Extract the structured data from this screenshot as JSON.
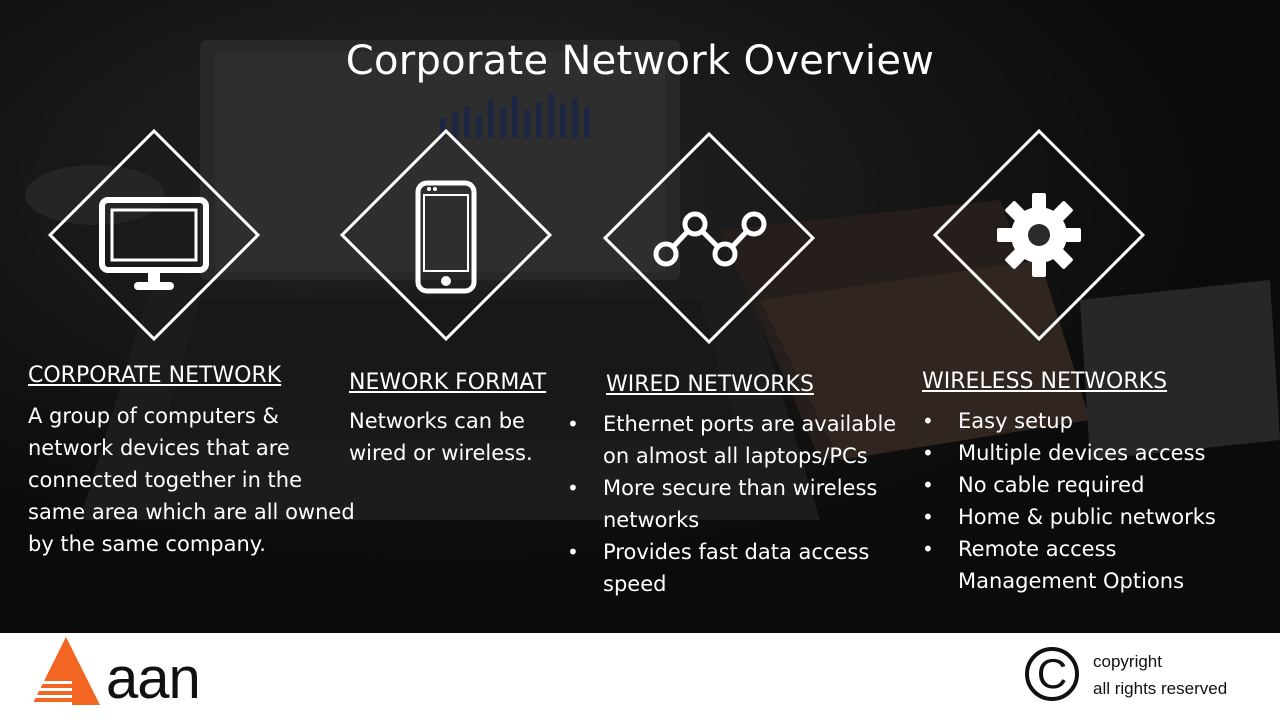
{
  "slide": {
    "title": "Corporate Network Overview",
    "columns": [
      {
        "icon": "monitor-icon",
        "heading": "CORPORATE NETWORK",
        "text": "A group of computers & network devices that are connected together in the same area which are all owned by the same company."
      },
      {
        "icon": "smartphone-icon",
        "heading": "NEWORK FORMAT",
        "text": "Networks can be wired or wireless."
      },
      {
        "icon": "connected-nodes-icon",
        "heading": "WIRED NETWORKS",
        "bullets": [
          "Ethernet ports are available on almost all laptops/PCs",
          "More secure than wireless networks",
          "Provides fast data access speed"
        ]
      },
      {
        "icon": "gear-icon",
        "heading": "WIRELESS NETWORKS",
        "bullets": [
          "Easy setup",
          "Multiple devices access",
          "No cable required",
          "Home & public networks",
          "Remote access Management Options"
        ]
      }
    ]
  },
  "footer": {
    "logo_text": "aan",
    "copyright_symbol": "C",
    "copyright_line1": "copyright",
    "copyright_line2": "all rights reserved"
  },
  "colors": {
    "accent_orange": "#F26522",
    "text_white": "#FFFFFF",
    "background_dark": "#1C1C1C"
  }
}
